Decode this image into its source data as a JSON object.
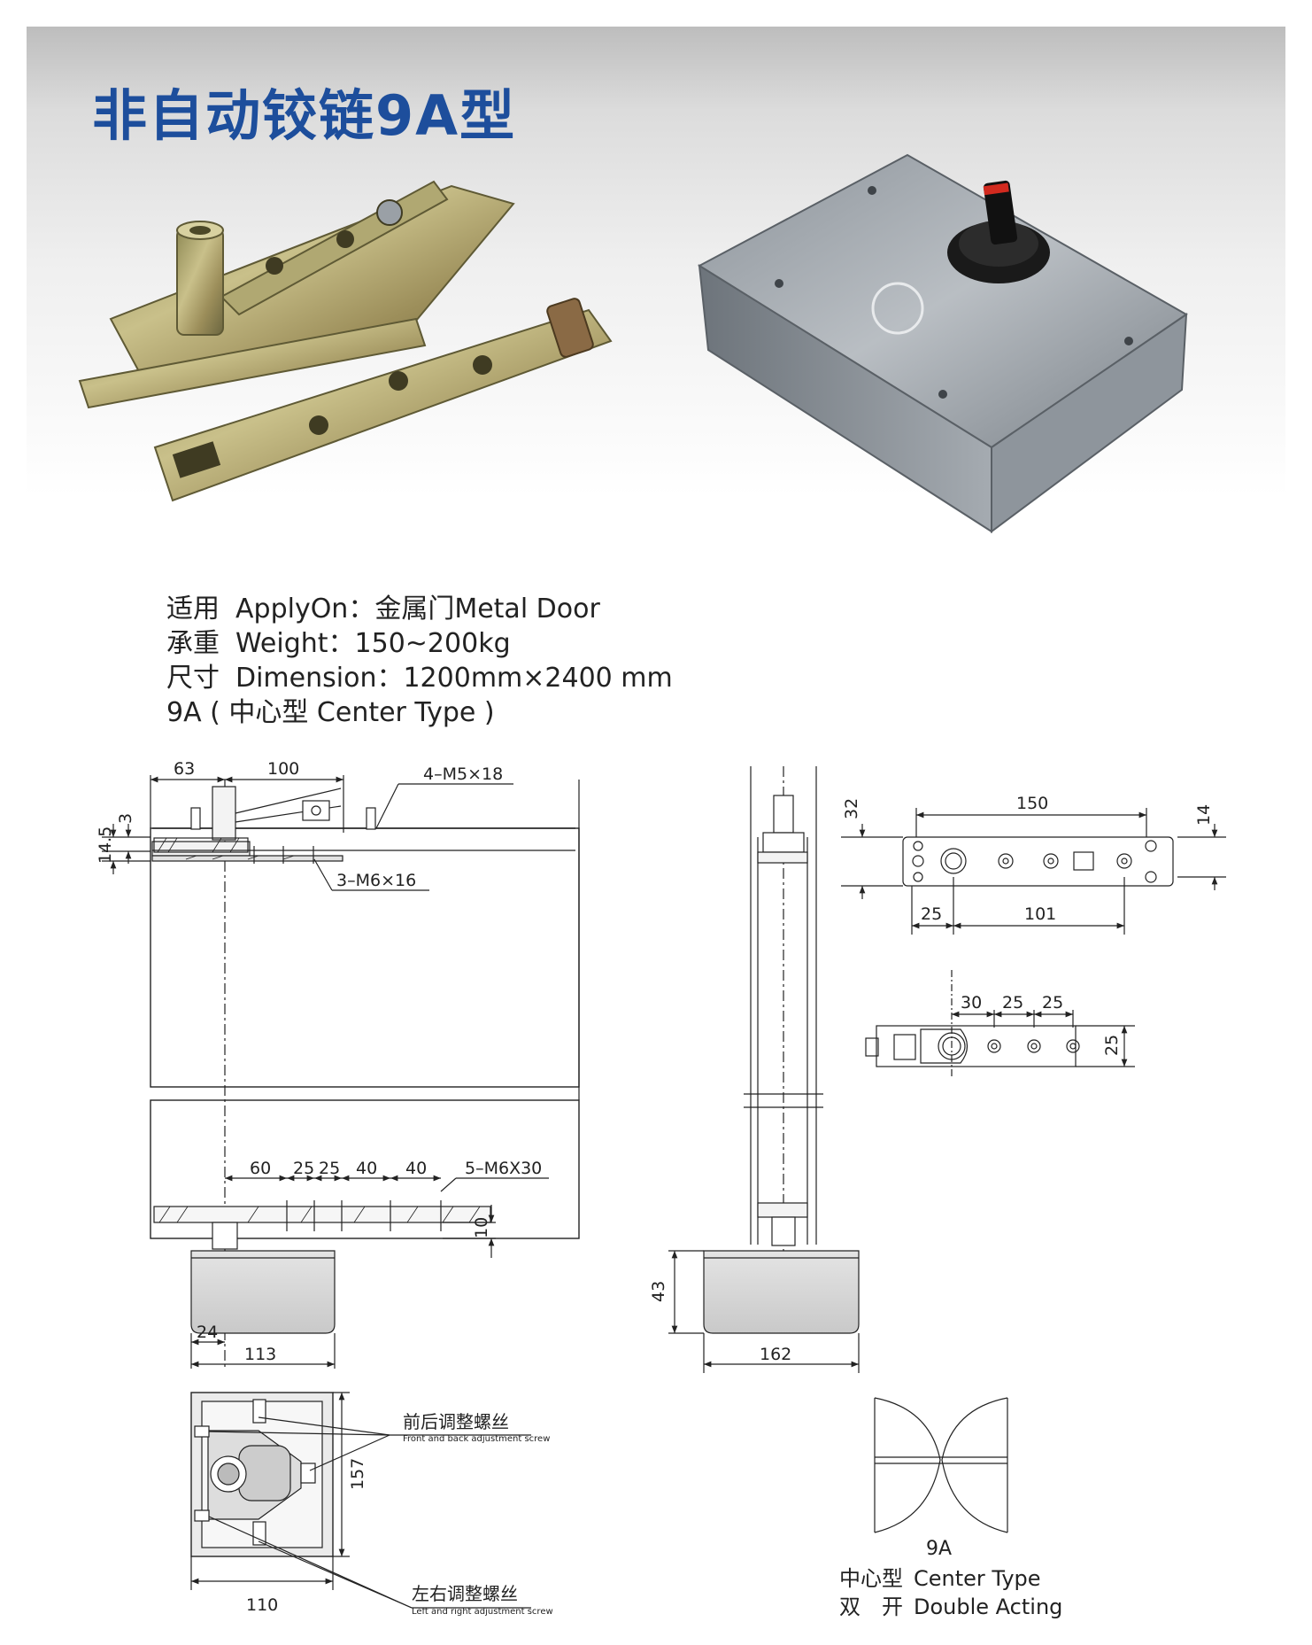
{
  "title": "非自动铰链9A型",
  "specs": [
    {
      "label_cn": "适用",
      "label_en": "ApplyOn",
      "value": "金属门Metal Door"
    },
    {
      "label_cn": "承重",
      "label_en": "Weight",
      "value": "150~200kg"
    },
    {
      "label_cn": "尺寸",
      "label_en": "Dimension",
      "value": "1200mm×2400 mm"
    }
  ],
  "type_line": "9A ( 中心型 Center Type )",
  "front_view": {
    "dim_63": "63",
    "dim_100": "100",
    "dim_4m5": "4–M5×18",
    "dim_3": "3",
    "dim_14_5": "14.5",
    "dim_3m6": "3–M6×16",
    "dim_60": "60",
    "dim_25a": "25",
    "dim_25b": "25",
    "dim_40a": "40",
    "dim_40b": "40",
    "dim_5m6": "5–M6X30",
    "dim_10": "10",
    "dim_24": "24",
    "dim_113": "113"
  },
  "side_view": {
    "dim_43": "43",
    "dim_162": "162"
  },
  "top_plate": {
    "dim_150": "150",
    "dim_32": "32",
    "dim_14": "14",
    "dim_25": "25",
    "dim_101": "101"
  },
  "bottom_plate": {
    "dim_30": "30",
    "dim_25a": "25",
    "dim_25b": "25",
    "dim_25h": "25"
  },
  "box_top": {
    "dim_157": "157",
    "dim_110": "110",
    "front_back_cn": "前后调整螺丝",
    "front_back_en": "Front and back adjustment screw",
    "left_right_cn": "左右调整螺丝",
    "left_right_en": "Left and right adjustment screw"
  },
  "swing": {
    "label": "9A",
    "type_cn": "中心型",
    "type_en": "Center Type",
    "acting_cn": "双　开",
    "acting_en": "Double Acting"
  },
  "icons": [
    "hinge-photo",
    "floor-box-photo"
  ]
}
